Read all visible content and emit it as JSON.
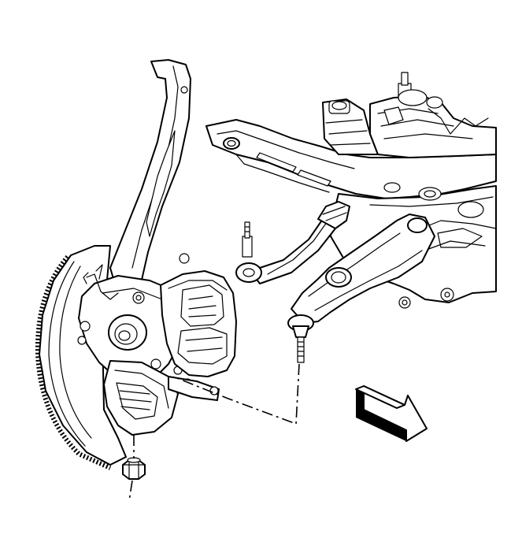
{
  "diagram": {
    "parts": [
      {
        "id": "frame-crossmember",
        "icon": "subframe-icon"
      },
      {
        "id": "lower-control-arm",
        "icon": "control-arm-icon"
      },
      {
        "id": "ball-joint-stud",
        "icon": "ball-joint-icon"
      },
      {
        "id": "tie-rod-end",
        "icon": "tie-rod-end-icon"
      },
      {
        "id": "steering-knuckle",
        "icon": "knuckle-icon"
      },
      {
        "id": "wheel-hub-tone-ring",
        "icon": "tone-ring-icon"
      },
      {
        "id": "brake-caliper",
        "icon": "caliper-icon"
      },
      {
        "id": "ball-joint-nut",
        "icon": "nut-icon"
      }
    ],
    "direction_arrow": {
      "icon": "front-direction-arrow-icon",
      "meaning": "vehicle-front"
    },
    "line_color": "#000000",
    "background_color": "#ffffff"
  }
}
